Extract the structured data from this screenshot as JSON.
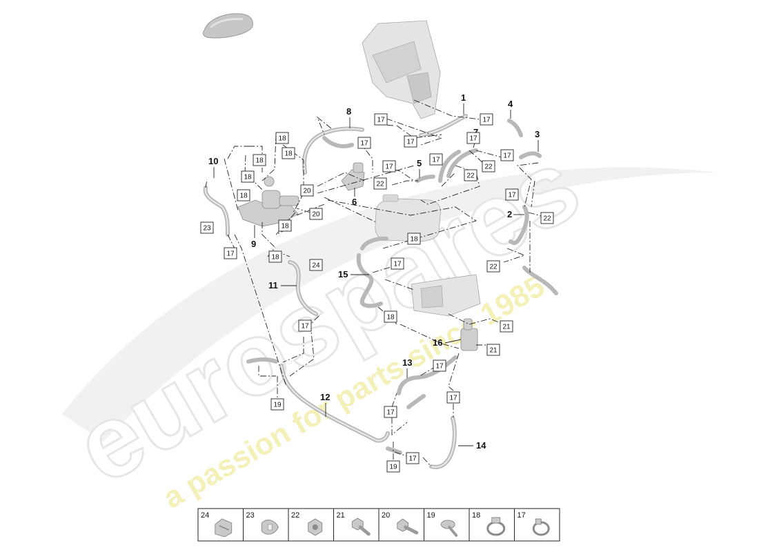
{
  "watermark": {
    "brand": "eurospares",
    "tagline": "a passion for parts since 1985"
  },
  "callouts": [
    {
      "id": "c1",
      "label": "1"
    },
    {
      "id": "c2",
      "label": "2"
    },
    {
      "id": "c3",
      "label": "3"
    },
    {
      "id": "c4",
      "label": "4"
    },
    {
      "id": "c5",
      "label": "5"
    },
    {
      "id": "c6",
      "label": "6"
    },
    {
      "id": "c7",
      "label": "7"
    },
    {
      "id": "c8",
      "label": "8"
    },
    {
      "id": "c9",
      "label": "9"
    },
    {
      "id": "c10",
      "label": "10"
    },
    {
      "id": "c11",
      "label": "11"
    },
    {
      "id": "c12",
      "label": "12"
    },
    {
      "id": "c13",
      "label": "13"
    },
    {
      "id": "c14",
      "label": "14"
    },
    {
      "id": "c15",
      "label": "15"
    },
    {
      "id": "c16",
      "label": "16"
    }
  ],
  "boxes": [
    "17",
    "17",
    "17",
    "17",
    "17",
    "17",
    "17",
    "17",
    "17",
    "17",
    "17",
    "17",
    "17",
    "17",
    "17",
    "17",
    "18",
    "18",
    "18",
    "18",
    "18",
    "18",
    "18",
    "18",
    "18",
    "19",
    "19",
    "20",
    "20",
    "21",
    "21",
    "22",
    "22",
    "22",
    "22",
    "22",
    "23",
    "24"
  ],
  "legend": {
    "items": [
      {
        "number": "24",
        "icon": "clip-24-icon"
      },
      {
        "number": "23",
        "icon": "clip-23-icon"
      },
      {
        "number": "22",
        "icon": "nut-icon"
      },
      {
        "number": "21",
        "icon": "bolt-21-icon"
      },
      {
        "number": "20",
        "icon": "bolt-20-icon"
      },
      {
        "number": "19",
        "icon": "screw-19-icon"
      },
      {
        "number": "18",
        "icon": "hose-clamp-18-icon"
      },
      {
        "number": "17",
        "icon": "hose-clamp-17-icon"
      }
    ]
  }
}
